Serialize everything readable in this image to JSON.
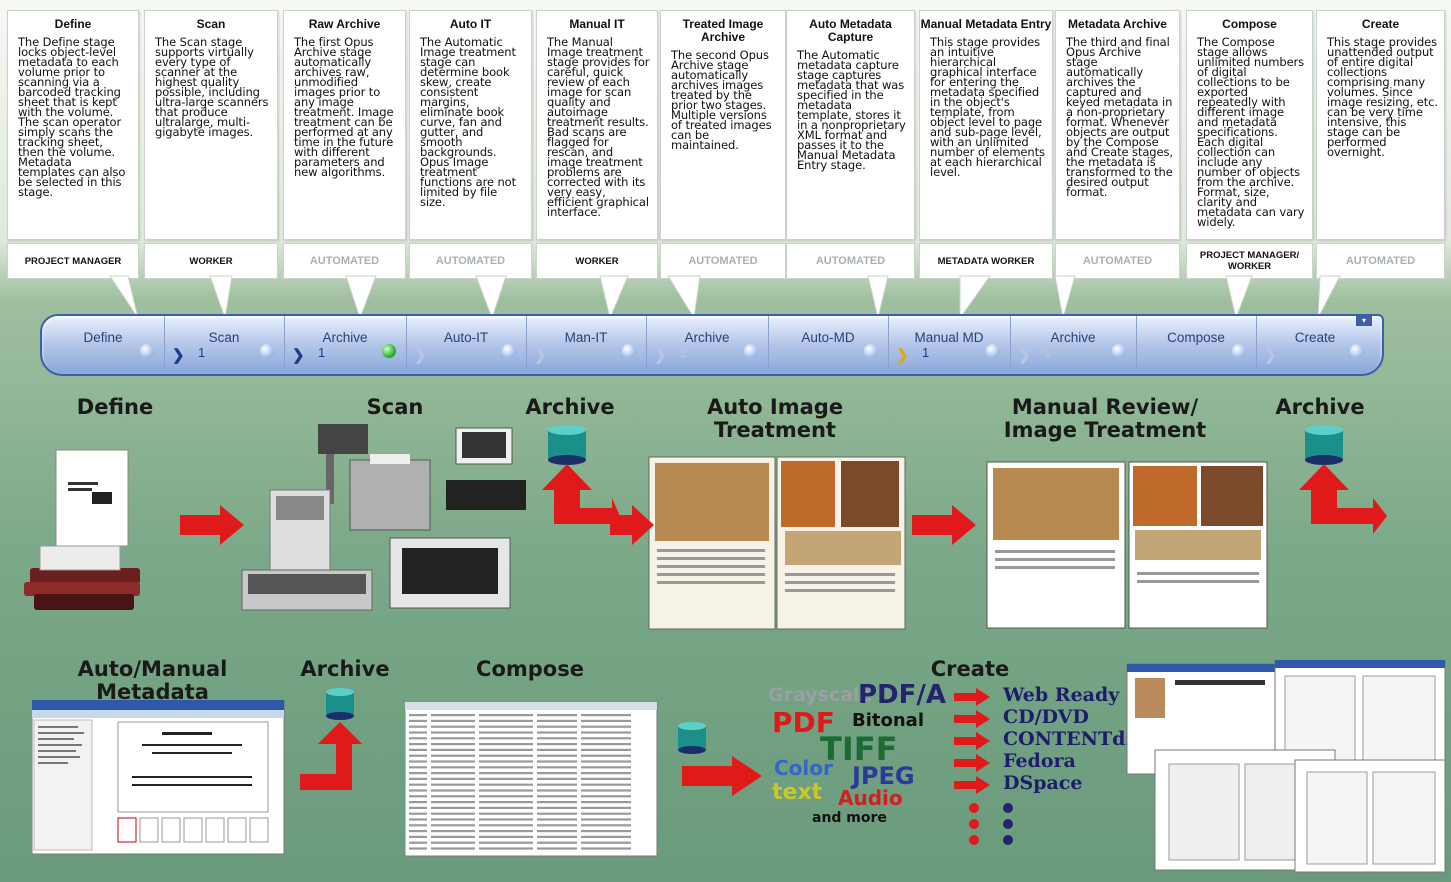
{
  "callouts": [
    {
      "title": "Define",
      "text": "The Define stage locks object-level metadata to each volume prior to scanning via a barcoded tracking sheet that is kept with the volume. The scan operator simply scans the tracking sheet, then the volume. Metadata templates can also be selected in this stage."
    },
    {
      "title": "Scan",
      "text": "The Scan stage supports virtually every type of scanner at the highest quality possible, including ultra-large scanners that produce ultralarge, multi-gigabyte images."
    },
    {
      "title": "Raw Archive",
      "text": "The first Opus Archive stage automatically archives raw, unmodified images prior to any image treatment. Image treatment can be performed at any time in the future with different parameters and new algorithms."
    },
    {
      "title": "Auto IT",
      "text": "The Automatic Image treatment stage can determine book skew, create consistent margins, eliminate book curve, fan and gutter, and smooth backgrounds. Opus Image treatment functions are not limited by file size."
    },
    {
      "title": "Manual IT",
      "text": "The Manual Image treatment stage provides for careful, quick review of each image for scan quality and autoimage treatment results. Bad scans are flagged for rescan, and image treatment problems are corrected with its very easy, efficient graphical interface."
    },
    {
      "title": "Treated Image Archive",
      "text": "The second Opus Archive stage automatically archives images treated by the prior two stages. Multiple versions of treated images can be maintained."
    },
    {
      "title": "Auto Metadata Capture",
      "text": "The Automatic metadata capture stage captures metadata that was specified in the metadata template, stores it in a nonproprietary XML format and passes it to the Manual Metadata Entry stage."
    },
    {
      "title": "Manual Metadata Entry",
      "text": "This stage provides an intuitive hierarchical graphical interface for entering the metadata specified in the object's template, from object level to page and sub-page level, with an unlimited number of elements at each hierarchical level."
    },
    {
      "title": "Metadata Archive",
      "text": "The third and final Opus Archive stage automatically archives the captured and keyed metadata in a non-proprietary format. Whenever objects are output by the Compose and Create stages, the metadata is transformed to the desired output format."
    },
    {
      "title": "Compose",
      "text": "The Compose stage allows unlimited numbers of digital collections to be exported repeatedly with different image and metadata specifications. Each digital collection can include any number of objects from the archive. Format, size, clarity and metadata can vary widely."
    },
    {
      "title": "Create",
      "text": "This stage provides unattended output of entire digital collections comprising many volumes. Since image resizing, etc. can be very time intensive, this stage can be performed overnight."
    }
  ],
  "roles": [
    "PROJECT MANAGER",
    "WORKER",
    "AUTOMATED",
    "AUTOMATED",
    "WORKER",
    "AUTOMATED",
    "AUTOMATED",
    "METADATA WORKER",
    "AUTOMATED",
    "PROJECT MANAGER/ WORKER",
    "AUTOMATED"
  ],
  "stages": [
    {
      "label": "Define",
      "count": "",
      "chev": "",
      "dot": "blue"
    },
    {
      "label": "Scan",
      "count": "1",
      "chev": "blue",
      "dot": "blue"
    },
    {
      "label": "Archive",
      "count": "1",
      "chev": "blue",
      "dot": "green"
    },
    {
      "label": "Auto-IT",
      "count": "",
      "chev": "dim",
      "dot": "blue"
    },
    {
      "label": "Man-IT",
      "count": "",
      "chev": "dim",
      "dot": "blue"
    },
    {
      "label": "Archive",
      "count": "2",
      "chev": "dim",
      "dot": "blue"
    },
    {
      "label": "Auto-MD",
      "count": "",
      "chev": "",
      "dot": "blue"
    },
    {
      "label": "Manual MD",
      "count": "1",
      "chev": "yellow",
      "dot": "blue"
    },
    {
      "label": "Archive",
      "count": "1",
      "chev": "dim",
      "dot": "blue"
    },
    {
      "label": "Compose",
      "count": "",
      "chev": "",
      "dot": "blue"
    },
    {
      "label": "Create",
      "count": "",
      "chev": "dim",
      "dot": "blue"
    }
  ],
  "headings": {
    "define": "Define",
    "scan": "Scan",
    "archive1": "Archive",
    "auto_it_1": "Auto Image",
    "auto_it_2": "Treatment",
    "manual_1": "Manual Review/",
    "manual_2": "Image Treatment",
    "archive2": "Archive",
    "meta_1": "Auto/Manual",
    "meta_2": "Metadata",
    "archive3": "Archive",
    "compose": "Compose",
    "create": "Create"
  },
  "formats": [
    "Grayscale",
    "PDF/A",
    "PDF",
    "Bitonal",
    "TIFF",
    "Color",
    "JPEG",
    "text",
    "Audio",
    "and more"
  ],
  "outputs": [
    "Web Ready",
    "CD/DVD",
    "CONTENTdm",
    "Fedora",
    "DSpace"
  ],
  "colors": {
    "arrow_red": "#e0191b",
    "pipeline_blue": "#3d5fa6",
    "archive_teal": "#1b8f8a"
  }
}
